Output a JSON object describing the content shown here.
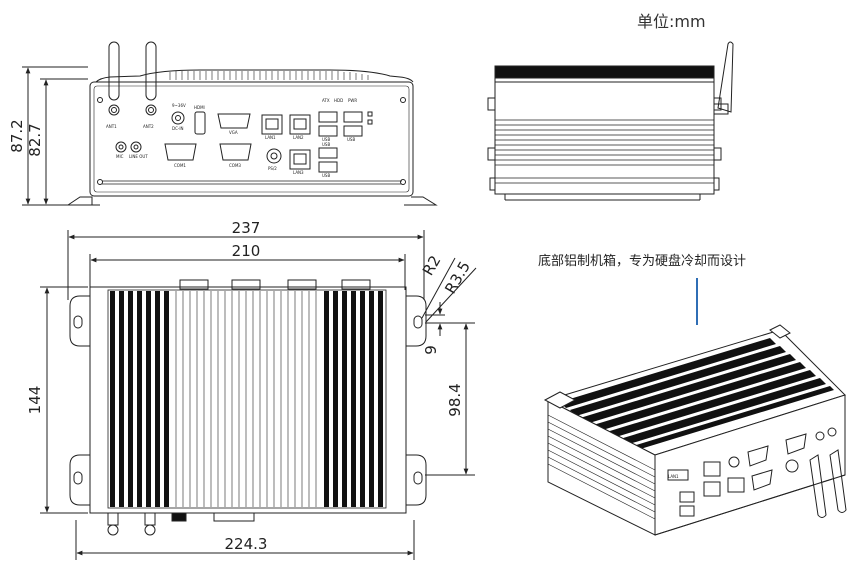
{
  "unit_label": "单位:mm",
  "caption": "底部铝制机箱，专为硬盘冷却而设计",
  "front_view": {
    "dim_outer": "87.2",
    "dim_inner": "82.7",
    "port_labels": [
      "ANT1",
      "ANT2",
      "9~36V",
      "DC-IN",
      "HDMI",
      "VGA",
      "LAN1",
      "LAN2",
      "USB",
      "USB",
      "MIC",
      "LINE OUT",
      "COM1",
      "COM3",
      "PS/2",
      "LAN3",
      "USB",
      "USB",
      "ATX",
      "HDD",
      "PWR"
    ]
  },
  "top_view": {
    "dim_width_outer": "237",
    "dim_width_inner": "210",
    "dim_width_bottom": "224.3",
    "dim_height": "144",
    "dim_mount_spacing": "98.4",
    "dim_r2": "R2",
    "dim_r35": "R3.5",
    "dim_9": "9"
  },
  "iso_view": {
    "panel_label": "LAN1"
  }
}
